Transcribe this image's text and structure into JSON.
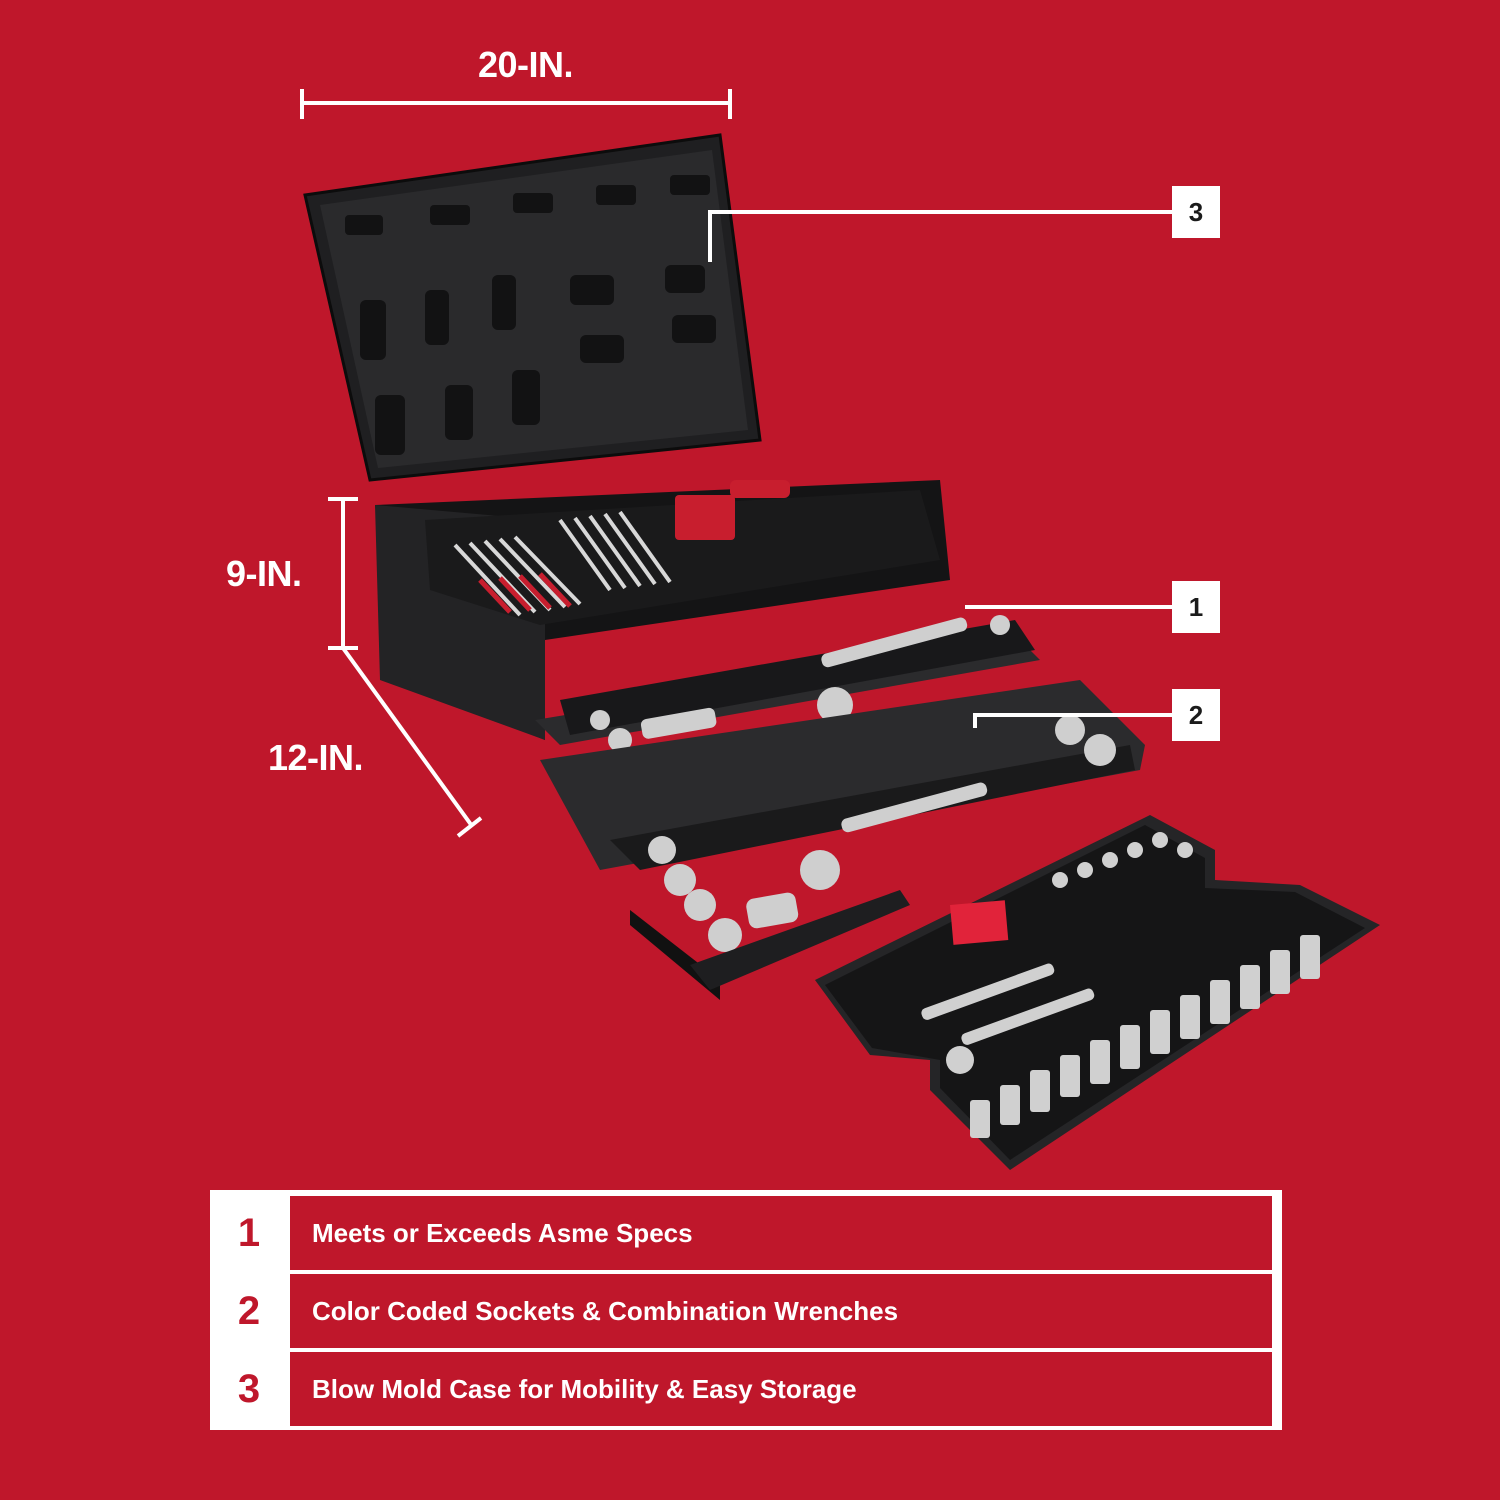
{
  "dimensions": {
    "width_label": "20-IN.",
    "height_label": "9-IN.",
    "depth_label": "12-IN."
  },
  "callouts": [
    "1",
    "2",
    "3"
  ],
  "features": [
    {
      "num": "1",
      "text": "Meets or Exceeds Asme Specs"
    },
    {
      "num": "2",
      "text": "Color Coded Sockets & Combination Wrenches"
    },
    {
      "num": "3",
      "text": "Blow Mold Case for Mobility & Easy Storage"
    }
  ],
  "colors": {
    "background": "#BF172B",
    "case": "#1c1c1e",
    "accent": "#ffffff"
  }
}
